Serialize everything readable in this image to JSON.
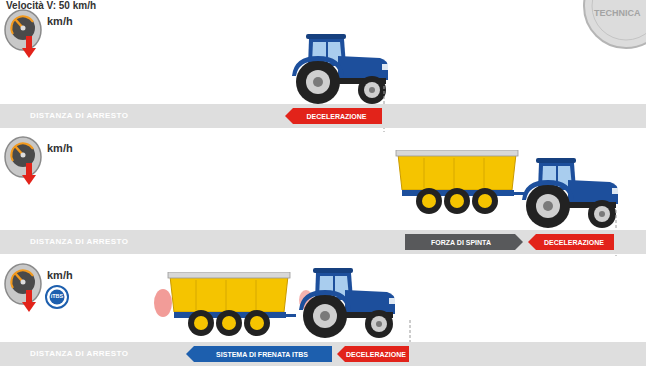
{
  "diagram": {
    "title": "Velocità V: 50 km/h",
    "nodes": [
      {
        "text": [
          "DISTANZA DI ARRESTO"
        ]
      },
      {
        "text": [
          "DECELERAZIONE"
        ],
        "in": 0
      },
      {
        "text": [
          "DISTANZA DI ARRESTO"
        ]
      },
      {
        "text": [
          "FORZA DI SPINTA"
        ],
        "in": 2
      },
      {
        "text": [
          "DECELERAZIONE"
        ],
        "in": 2
      },
      {
        "text": [
          "DISTANZA DI ARRESTO"
        ]
      },
      {
        "text": [
          "SISTEMA DI FRENATA ITBS"
        ],
        "in": 5
      },
      {
        "text": [
          "DECELERAZIONE"
        ],
        "in": 5
      }
    ],
    "labels": [
      "TECHNICA",
      "km/h",
      "km/h",
      "km/h",
      "iTBS"
    ]
  }
}
